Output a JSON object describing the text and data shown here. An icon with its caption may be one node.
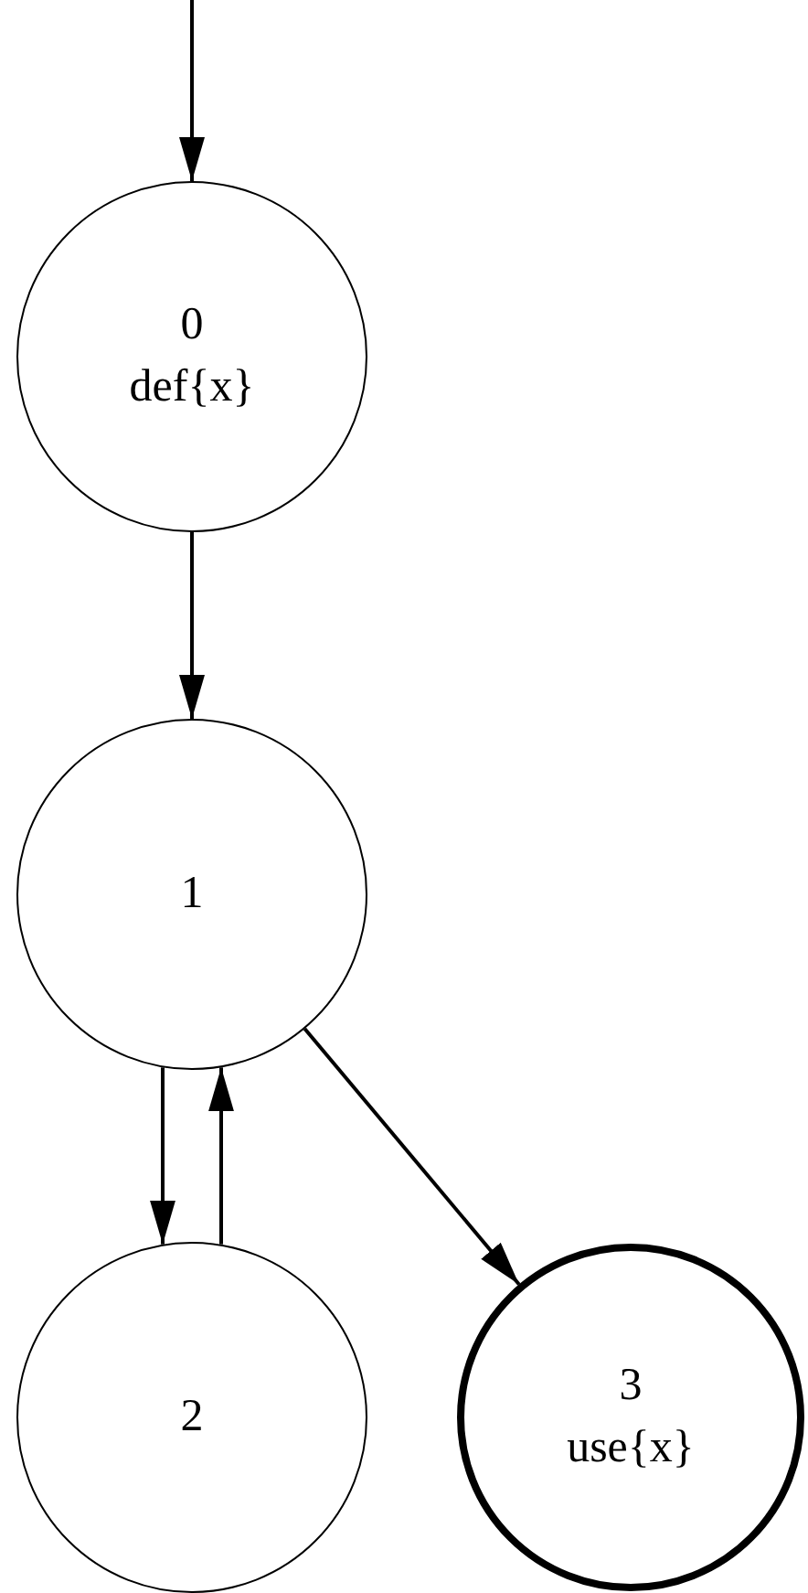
{
  "diagram": {
    "nodes": [
      {
        "text": [
          "0",
          "def{x}"
        ]
      },
      {
        "text": [
          "1"
        ]
      },
      {
        "text": [
          "2"
        ]
      },
      {
        "text": [
          "3",
          "use{x}"
        ]
      }
    ],
    "edges": [
      {
        "from": null,
        "to": 0,
        "arrow": "to"
      },
      {
        "from": 0,
        "to": 1,
        "arrow": "to"
      },
      {
        "from": 1,
        "to": 2,
        "arrow": "to"
      },
      {
        "from": 2,
        "to": 1,
        "arrow": "to"
      },
      {
        "from": 1,
        "to": 3,
        "arrow": "to"
      }
    ]
  }
}
